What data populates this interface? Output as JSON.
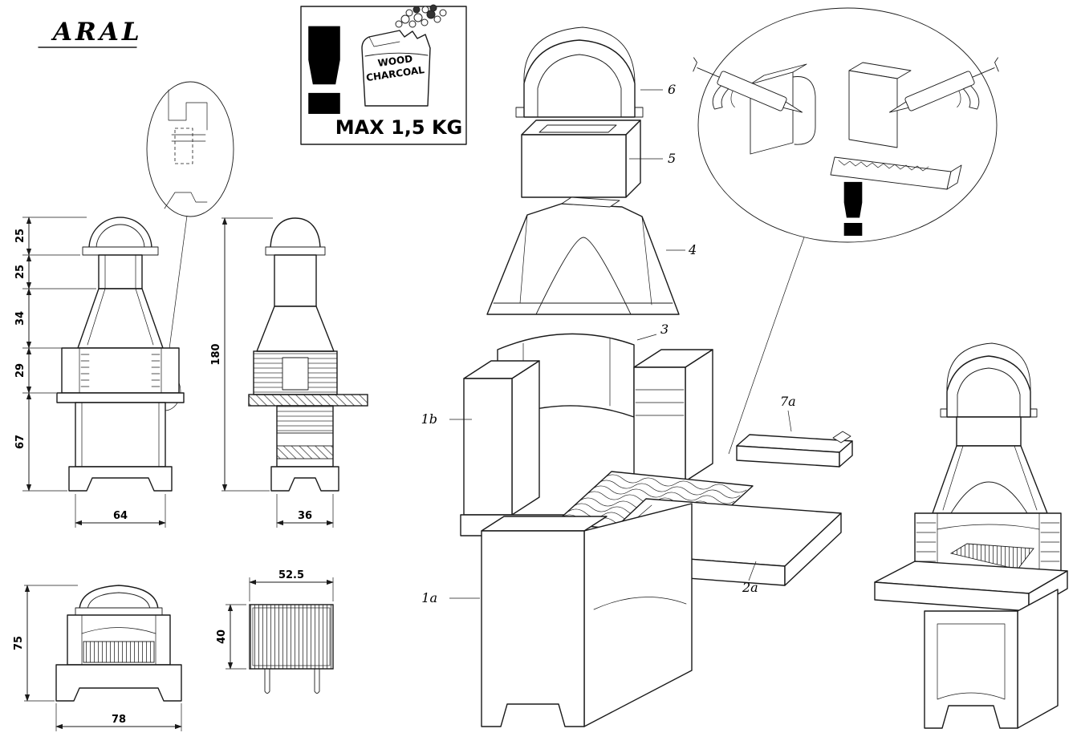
{
  "brand": "ARAL",
  "warning_box": {
    "exclamation": "!",
    "bag": {
      "line1": "WOOD",
      "line2": "CHARCOAL"
    },
    "max_label": "MAX 1,5 KG"
  },
  "glue_callout": {
    "exclamation": "!"
  },
  "dimension_views": {
    "front": {
      "heights": [
        "25",
        "25",
        "34",
        "29",
        "67"
      ],
      "width": "64"
    },
    "side": {
      "height": "180",
      "width": "36"
    },
    "grill_front": {
      "height": "75",
      "width": "78"
    },
    "grate": {
      "width": "52.5",
      "height": "40"
    }
  },
  "exploded_parts": {
    "cap": "6",
    "chimney_block": "5",
    "hood": "4",
    "back_panel": "3",
    "middle_section": "1b",
    "base": "1a",
    "shelf": "2a",
    "bracket": "7a"
  }
}
